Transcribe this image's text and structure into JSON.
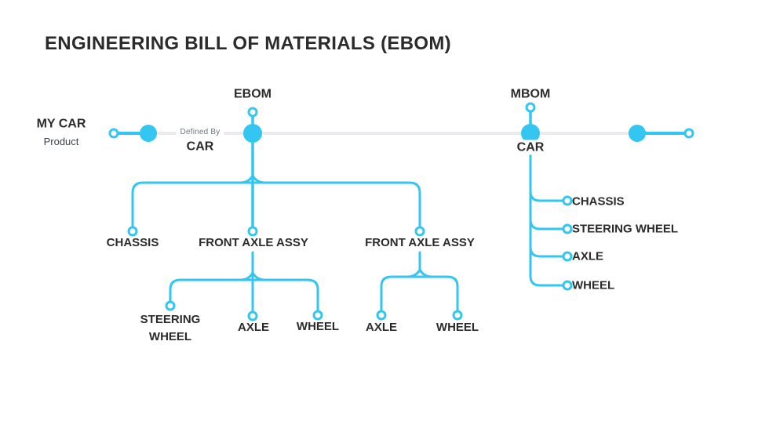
{
  "title": "ENGINEERING BILL OF MATERIALS (EBOM)",
  "colors": {
    "accent": "#33C6F1",
    "track": "#E9EBEE",
    "text": "#2B2B2B",
    "muted": "#6F757C"
  },
  "timeline": {
    "product_name": "MY CAR",
    "product_type": "Product",
    "defined_by_label": "Defined By",
    "defined_by_item": "CAR",
    "ebom_label": "EBOM",
    "mbom_label": "MBOM",
    "mbom_item": "CAR"
  },
  "ebom_tree": {
    "level1": [
      "CHASSIS",
      "FRONT AXLE ASSY",
      "FRONT AXLE ASSY"
    ],
    "assy1_children": [
      "STEERING WHEEL",
      "AXLE",
      "WHEEL"
    ],
    "assy2_children": [
      "AXLE",
      "WHEEL"
    ]
  },
  "mbom_tree": {
    "children": [
      "CHASSIS",
      "STEERING WHEEL",
      "AXLE",
      "WHEEL"
    ]
  }
}
